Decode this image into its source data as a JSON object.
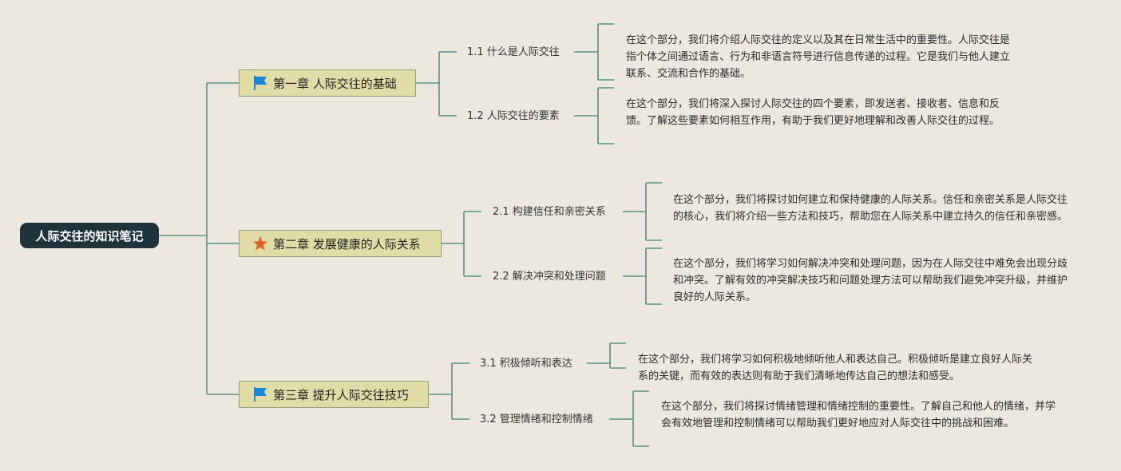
{
  "root": {
    "label": "人际交往的知识笔记"
  },
  "colors": {
    "background": "#ece8df",
    "line": "#5d8f80",
    "root_bg": "#1e343b",
    "chapter_bg": "#dfdca6",
    "flag": "#1f86d6",
    "star": "#e0632a"
  },
  "chapters": [
    {
      "title": "第一章 人际交往的基础",
      "icon": "flag-icon",
      "sections": [
        {
          "title": "1.1 什么是人际交往",
          "description": "在这个部分，我们将介绍人际交往的定义以及其在日常生活中的重要性。人际交往是指个体之间通过语言、行为和非语言符号进行信息传递的过程。它是我们与他人建立联系、交流和合作的基础。"
        },
        {
          "title": "1.2 人际交往的要素",
          "description": "在这个部分，我们将深入探讨人际交往的四个要素，即发送者、接收者、信息和反馈。了解这些要素如何相互作用，有助于我们更好地理解和改善人际交往的过程。"
        }
      ]
    },
    {
      "title": "第二章 发展健康的人际关系",
      "icon": "star-icon",
      "sections": [
        {
          "title": "2.1 构建信任和亲密关系",
          "description": "在这个部分，我们将探讨如何建立和保持健康的人际关系。信任和亲密关系是人际交往的核心，我们将介绍一些方法和技巧，帮助您在人际关系中建立持久的信任和亲密感。"
        },
        {
          "title": "2.2 解决冲突和处理问题",
          "description": "在这个部分，我们将学习如何解决冲突和处理问题，因为在人际交往中难免会出现分歧和冲突。了解有效的冲突解决技巧和问题处理方法可以帮助我们避免冲突升级，并维护良好的人际关系。"
        }
      ]
    },
    {
      "title": "第三章 提升人际交往技巧",
      "icon": "flag-icon",
      "sections": [
        {
          "title": "3.1 积极倾听和表达",
          "description": "在这个部分，我们将学习如何积极地倾听他人和表达自己。积极倾听是建立良好人际关系的关键，而有效的表达则有助于我们清晰地传达自己的想法和感受。"
        },
        {
          "title": "3.2 管理情绪和控制情绪",
          "description": "在这个部分，我们将探讨情绪管理和情绪控制的重要性。了解自己和他人的情绪，并学会有效地管理和控制情绪可以帮助我们更好地应对人际交往中的挑战和困难。"
        }
      ]
    }
  ]
}
